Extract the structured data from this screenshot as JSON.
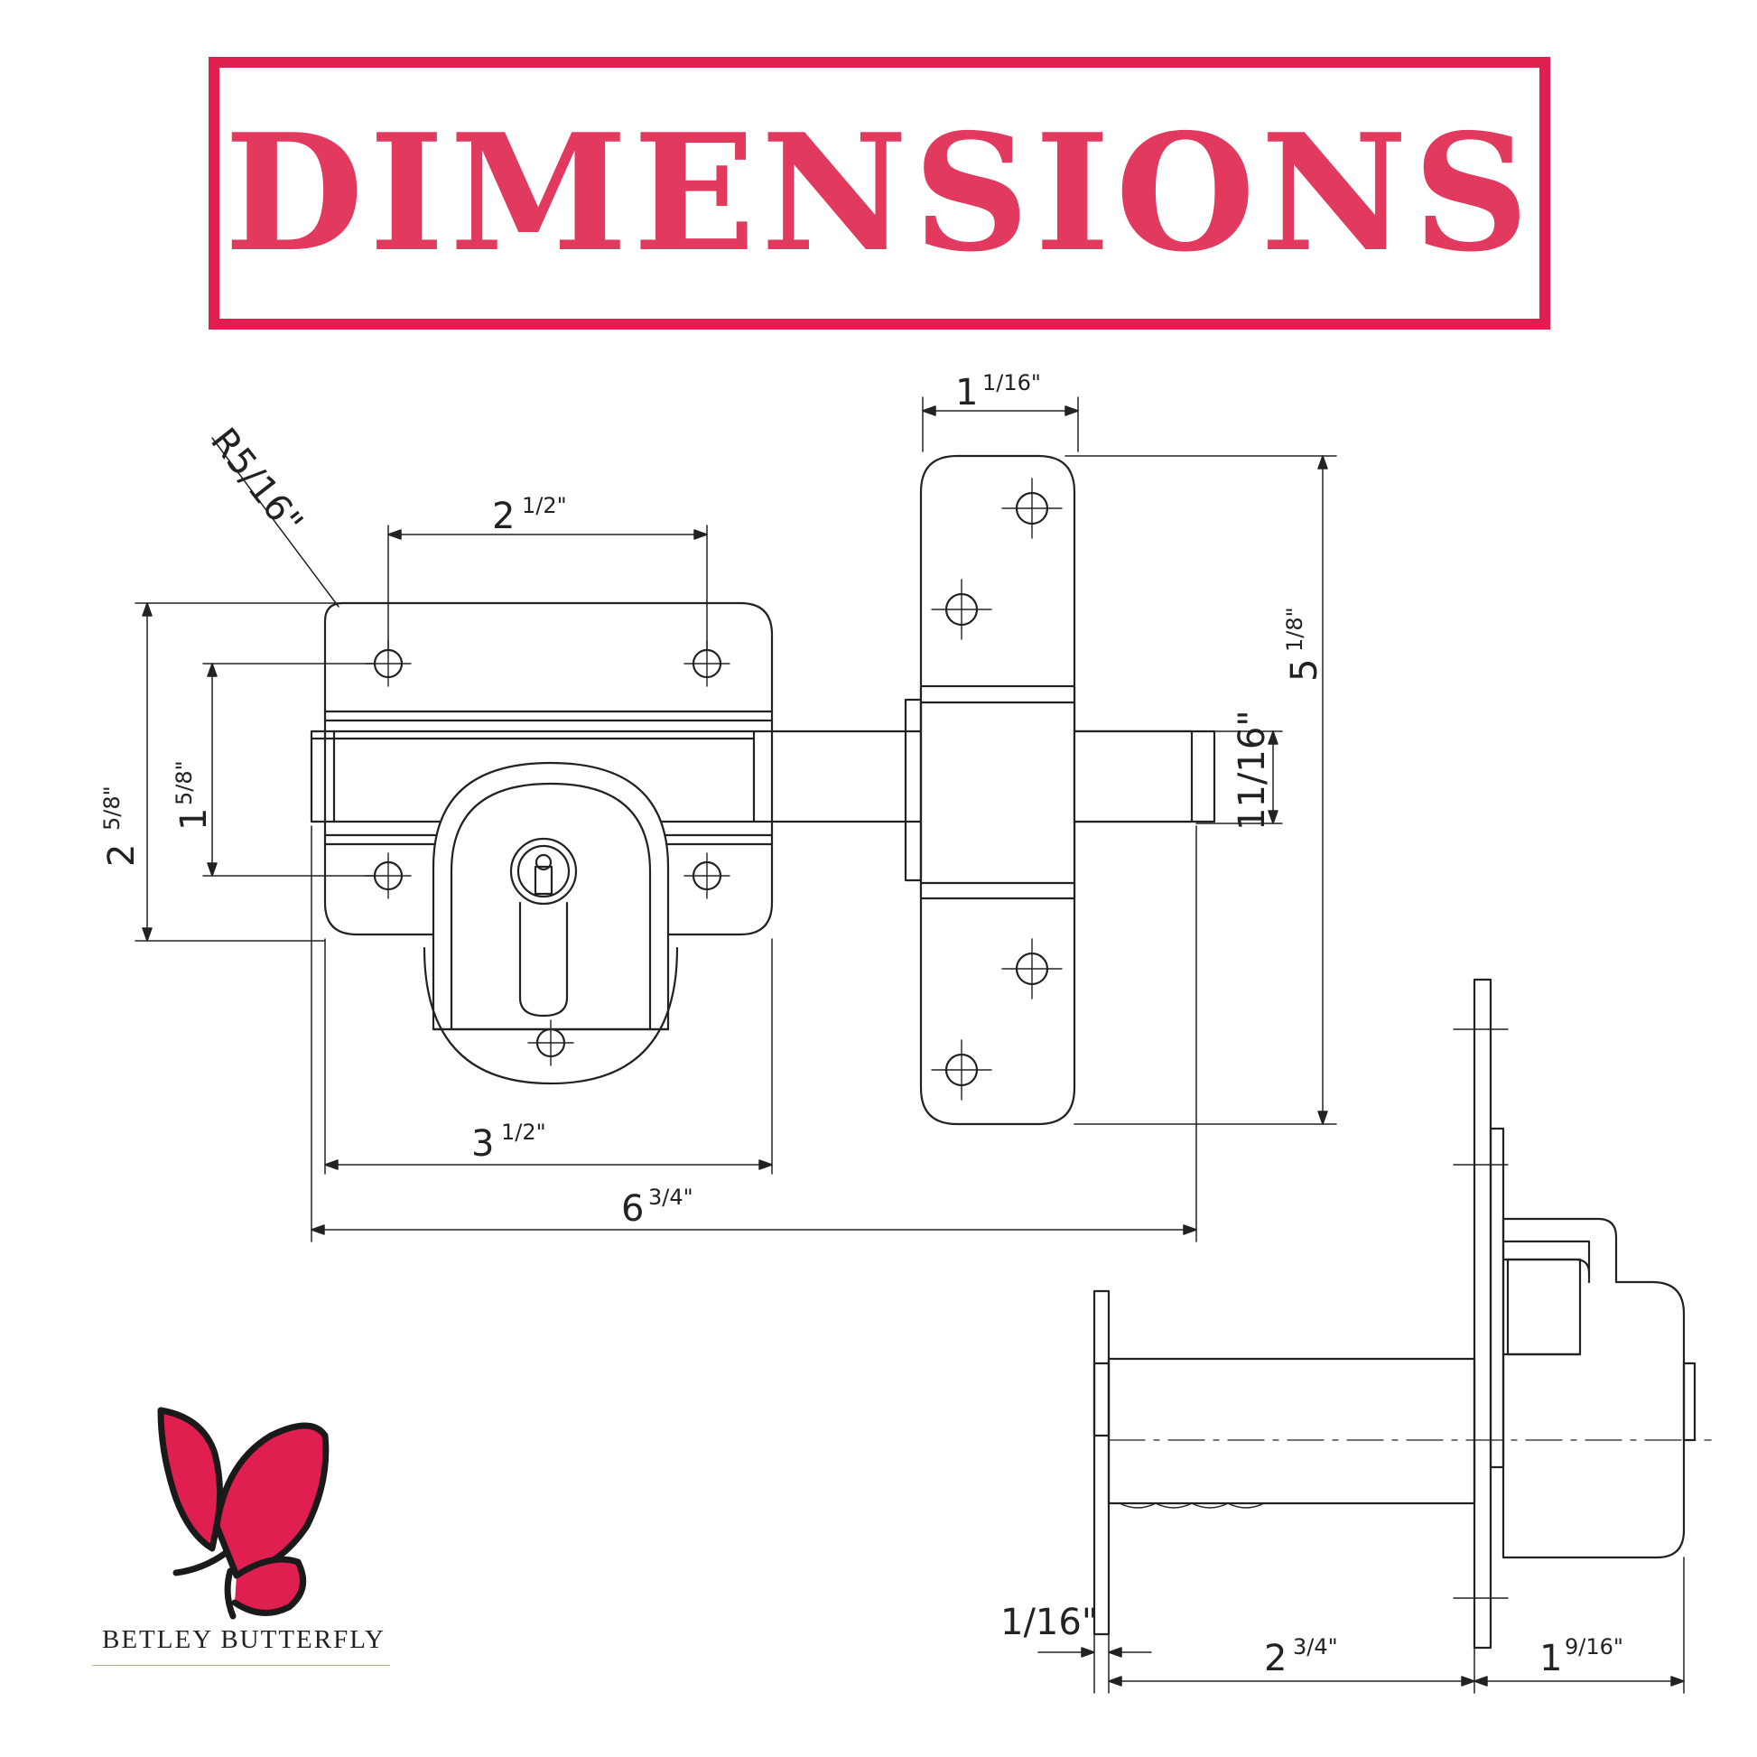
{
  "title": "DIMENSIONS",
  "brand": {
    "name": "BETLEY BUTTERFLY",
    "colors": {
      "primary": "#e01e50",
      "outline": "#222222"
    },
    "logo_icon": "butterfly-logo-icon"
  },
  "accent_color": "#e01e50",
  "dimensions": {
    "radius": "R5/16\"",
    "hole_spacing": {
      "whole": "2",
      "frac": "1/2\""
    },
    "body_height": {
      "whole": "2",
      "frac": "5/8\""
    },
    "hole_vertical": {
      "whole": "1",
      "frac": "5/8\""
    },
    "body_width": {
      "whole": "3",
      "frac": "1/2\""
    },
    "total_length": {
      "whole": "6",
      "frac": "3/4\""
    },
    "keeper_width": {
      "whole": "1",
      "frac": "1/16\""
    },
    "keeper_height": {
      "whole": "5",
      "frac": "1/8\""
    },
    "bolt_size": "11/16\"",
    "plate_thickness": "1/16\"",
    "bolt_projection": {
      "whole": "2",
      "frac": "3/4\""
    },
    "body_depth": {
      "whole": "1",
      "frac": "9/16\""
    }
  }
}
